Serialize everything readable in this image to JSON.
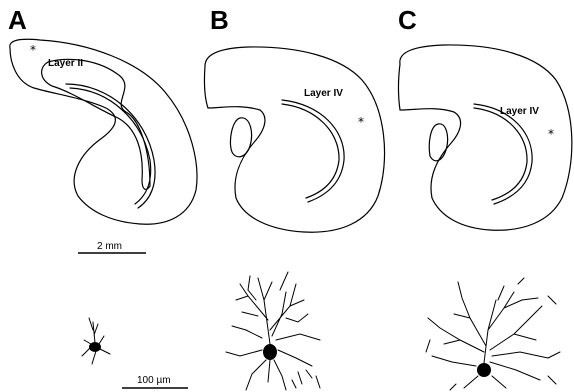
{
  "figure": {
    "panels": [
      {
        "letter": "A",
        "layer_label": "Layer II",
        "marker": "*"
      },
      {
        "letter": "B",
        "layer_label": "Layer IV",
        "marker": "*"
      },
      {
        "letter": "C",
        "layer_label": "Layer IV",
        "marker": "*"
      }
    ],
    "scale_bar_section": "2 mm",
    "scale_bar_neuron": "100 µm"
  }
}
